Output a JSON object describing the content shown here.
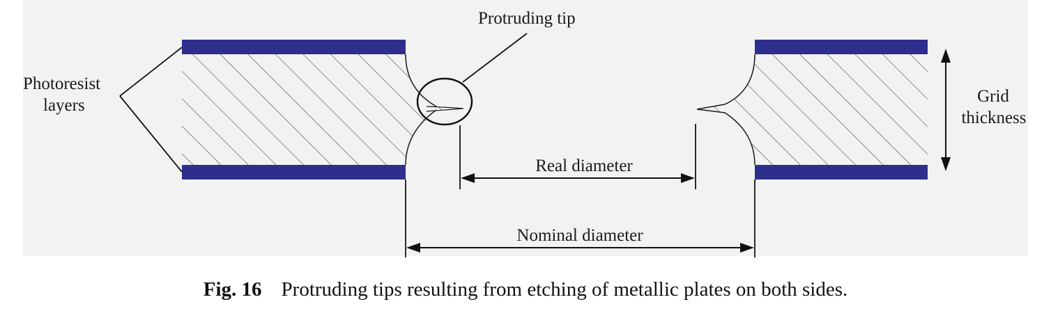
{
  "diagram": {
    "labels": {
      "protruding_tip": "Protruding tip",
      "photoresist_line1": "Photoresist",
      "photoresist_line2": "layers",
      "grid_line1": "Grid",
      "grid_line2": "thickness",
      "real_diameter": "Real diameter",
      "nominal_diameter": "Nominal diameter"
    },
    "colors": {
      "background": "#f2f2f2",
      "photoresist": "#2e2e8c",
      "line": "#1a1a1a",
      "hatch": "#555555"
    }
  },
  "caption": {
    "number": "Fig. 16",
    "text": "Protruding tips resulting from etching of metallic plates on both sides."
  }
}
